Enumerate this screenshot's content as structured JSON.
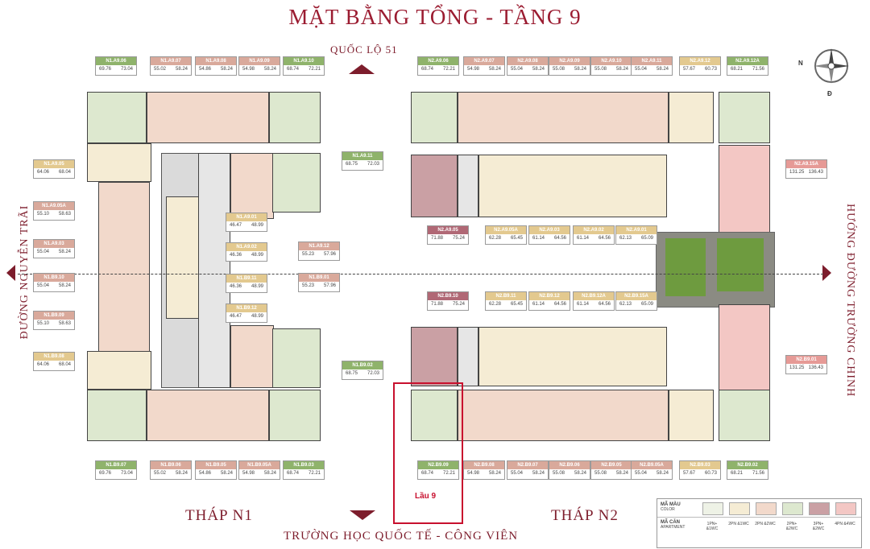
{
  "title": "MẶT BẰNG TỔNG - TẦNG 9",
  "roads": {
    "top": "QUỐC LỘ 51",
    "bottom": "TRƯỜNG HỌC QUỐC TẾ - CÔNG VIÊN",
    "left": "ĐƯỜNG NGUYỄN TRÃI",
    "right": "HƯỚNG ĐƯỜNG TRƯỜNG CHINH"
  },
  "towers": {
    "n1": "THÁP N1",
    "n2": "THÁP N2"
  },
  "compass": {
    "n": "N",
    "d": "Đ"
  },
  "highlight_label": "Lầu 9",
  "units": [
    {
      "name": "N1.A9.06",
      "a1": "69.76",
      "a2": "73.04",
      "type": "green"
    },
    {
      "name": "N1.A9.07",
      "a1": "55.02",
      "a2": "58.24",
      "type": "salmon"
    },
    {
      "name": "N1.A9.08",
      "a1": "54.86",
      "a2": "58.24",
      "type": "salmon"
    },
    {
      "name": "N1.A9.09",
      "a1": "54.98",
      "a2": "58.24",
      "type": "salmon"
    },
    {
      "name": "N1.A9.10",
      "a1": "68.74",
      "a2": "72.21",
      "type": "green"
    },
    {
      "name": "N1.A9.05",
      "a1": "64.06",
      "a2": "68.04",
      "type": "tan"
    },
    {
      "name": "N1.A9.11",
      "a1": "68.75",
      "a2": "72.03",
      "type": "green"
    },
    {
      "name": "N1.A9.05A",
      "a1": "55.10",
      "a2": "58.63",
      "type": "salmon"
    },
    {
      "name": "N1.A9.01",
      "a1": "46.47",
      "a2": "48.99",
      "type": "tan"
    },
    {
      "name": "N1.A9.03",
      "a1": "55.04",
      "a2": "58.24",
      "type": "salmon"
    },
    {
      "name": "N1.A9.02",
      "a1": "46.36",
      "a2": "48.99",
      "type": "tan"
    },
    {
      "name": "N1.A9.12",
      "a1": "55.23",
      "a2": "57.96",
      "type": "salmon"
    },
    {
      "name": "N1.B9.10",
      "a1": "55.04",
      "a2": "58.24",
      "type": "salmon"
    },
    {
      "name": "N1.B9.11",
      "a1": "46.36",
      "a2": "48.99",
      "type": "tan"
    },
    {
      "name": "N1.B9.01",
      "a1": "55.23",
      "a2": "57.96",
      "type": "salmon"
    },
    {
      "name": "N1.B9.12",
      "a1": "46.47",
      "a2": "48.99",
      "type": "tan"
    },
    {
      "name": "N1.B9.09",
      "a1": "55.10",
      "a2": "58.63",
      "type": "salmon"
    },
    {
      "name": "N1.B9.08",
      "a1": "64.06",
      "a2": "68.04",
      "type": "tan"
    },
    {
      "name": "N1.B9.02",
      "a1": "68.75",
      "a2": "72.03",
      "type": "green"
    },
    {
      "name": "N1.B9.07",
      "a1": "69.76",
      "a2": "73.04",
      "type": "green"
    },
    {
      "name": "N1.B9.06",
      "a1": "55.02",
      "a2": "58.24",
      "type": "salmon"
    },
    {
      "name": "N1.B9.05",
      "a1": "54.86",
      "a2": "58.24",
      "type": "salmon"
    },
    {
      "name": "N1.B9.05A",
      "a1": "54.98",
      "a2": "58.24",
      "type": "salmon"
    },
    {
      "name": "N1.B9.03",
      "a1": "68.74",
      "a2": "72.21",
      "type": "green"
    },
    {
      "name": "N2.A9.06",
      "a1": "68.74",
      "a2": "72.21",
      "type": "green"
    },
    {
      "name": "N2.A9.07",
      "a1": "54.98",
      "a2": "58.24",
      "type": "salmon"
    },
    {
      "name": "N2.A9.08",
      "a1": "55.04",
      "a2": "58.24",
      "type": "salmon"
    },
    {
      "name": "N2.A9.09",
      "a1": "55.08",
      "a2": "58.24",
      "type": "salmon"
    },
    {
      "name": "N2.A9.10",
      "a1": "55.08",
      "a2": "58.24",
      "type": "salmon"
    },
    {
      "name": "N2.A9.11",
      "a1": "55.04",
      "a2": "58.24",
      "type": "salmon"
    },
    {
      "name": "N2.A9.12",
      "a1": "57.67",
      "a2": "60.73",
      "type": "tan"
    },
    {
      "name": "N2.A9.12A",
      "a1": "68.21",
      "a2": "71.56",
      "type": "green"
    },
    {
      "name": "N2.A9.15A",
      "a1": "131.25",
      "a2": "136.43",
      "type": "pink"
    },
    {
      "name": "N2.A9.05",
      "a1": "71.88",
      "a2": "75.24",
      "type": "mauve"
    },
    {
      "name": "N2.A9.05A",
      "a1": "62.28",
      "a2": "65.45",
      "type": "tan"
    },
    {
      "name": "N2.A9.03",
      "a1": "61.14",
      "a2": "64.56",
      "type": "tan"
    },
    {
      "name": "N2.A9.02",
      "a1": "61.14",
      "a2": "64.56",
      "type": "tan"
    },
    {
      "name": "N2.A9.01",
      "a1": "62.13",
      "a2": "65.09",
      "type": "tan"
    },
    {
      "name": "N2.B9.10",
      "a1": "71.88",
      "a2": "75.24",
      "type": "mauve"
    },
    {
      "name": "N2.B9.11",
      "a1": "62.28",
      "a2": "65.45",
      "type": "tan"
    },
    {
      "name": "N2.B9.12",
      "a1": "61.14",
      "a2": "64.56",
      "type": "tan"
    },
    {
      "name": "N2.B9.12A",
      "a1": "61.14",
      "a2": "64.56",
      "type": "tan"
    },
    {
      "name": "N2.B9.15A",
      "a1": "62.13",
      "a2": "65.09",
      "type": "tan"
    },
    {
      "name": "N2.B9.01",
      "a1": "131.25",
      "a2": "136.43",
      "type": "pink"
    },
    {
      "name": "N2.B9.09",
      "a1": "68.74",
      "a2": "72.21",
      "type": "green"
    },
    {
      "name": "N2.B9.08",
      "a1": "54.98",
      "a2": "58.24",
      "type": "salmon"
    },
    {
      "name": "N2.B9.07",
      "a1": "55.04",
      "a2": "58.24",
      "type": "salmon"
    },
    {
      "name": "N2.B9.06",
      "a1": "55.08",
      "a2": "58.24",
      "type": "salmon"
    },
    {
      "name": "N2.B9.05",
      "a1": "55.08",
      "a2": "58.24",
      "type": "salmon"
    },
    {
      "name": "N2.B9.05A",
      "a1": "55.04",
      "a2": "58.24",
      "type": "salmon"
    },
    {
      "name": "N2.B9.03",
      "a1": "57.67",
      "a2": "60.73",
      "type": "tan"
    },
    {
      "name": "N2.B9.02",
      "a1": "68.21",
      "a2": "71.56",
      "type": "green"
    }
  ],
  "legend": {
    "color_label": "MÃ MÀU",
    "color_sub": "COLOR",
    "code_label": "MÃ CĂN",
    "code_sub": "APARTMENT",
    "types": [
      {
        "text": "1PN+ &1WC",
        "color": "#eef2e6"
      },
      {
        "text": "2PN &1WC",
        "color": "#f5ecd4"
      },
      {
        "text": "2PN &2WC",
        "color": "#f2d9cb"
      },
      {
        "text": "2PN+ &2WC",
        "color": "#dde8cf"
      },
      {
        "text": "3PN+ &2WC",
        "color": "#caa0a4"
      },
      {
        "text": "4PN &4WC",
        "color": "#f3c7c4"
      }
    ]
  }
}
